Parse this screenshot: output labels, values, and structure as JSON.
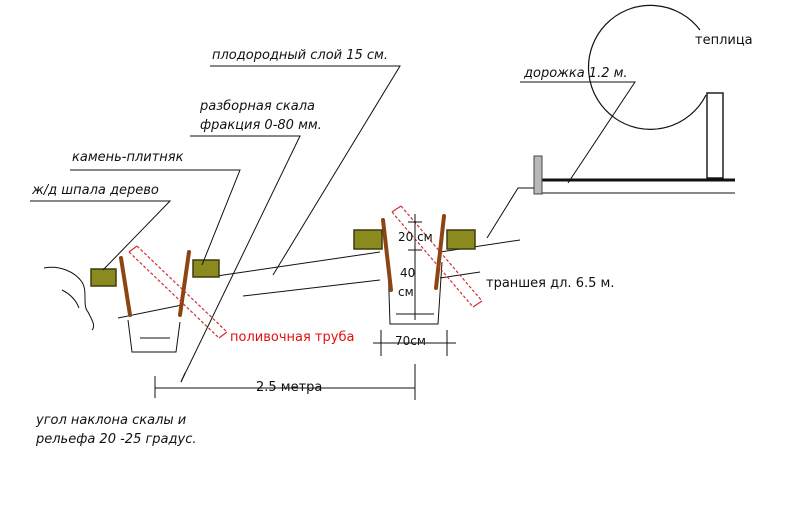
{
  "labels": {
    "fertile_layer": "плодородный слой 15 см.",
    "crushed_rock_1": "разборная скала",
    "crushed_rock_2": "фракция 0-80 мм.",
    "flagstone": "камень-плитняк",
    "sleeper": "ж/д шпала дерево",
    "path": "дорожка 1.2 м.",
    "greenhouse": "теплица",
    "trench": "траншея дл. 6.5 м.",
    "pipe": "поливочная труба",
    "dim_20": "20 см",
    "dim_40a": "40",
    "dim_40b": "см",
    "dim_70": "70см",
    "dim_25": "2.5 метра",
    "slope_1": "угол наклона скалы и",
    "slope_2": "рельефа 20 -25 градус."
  },
  "colors": {
    "line": "#111111",
    "stone": "#8a8a1f",
    "stone_border": "#3c3c10",
    "wood": "#8b4513",
    "pipe": "#d03030",
    "pipe_label": "#e01010"
  }
}
